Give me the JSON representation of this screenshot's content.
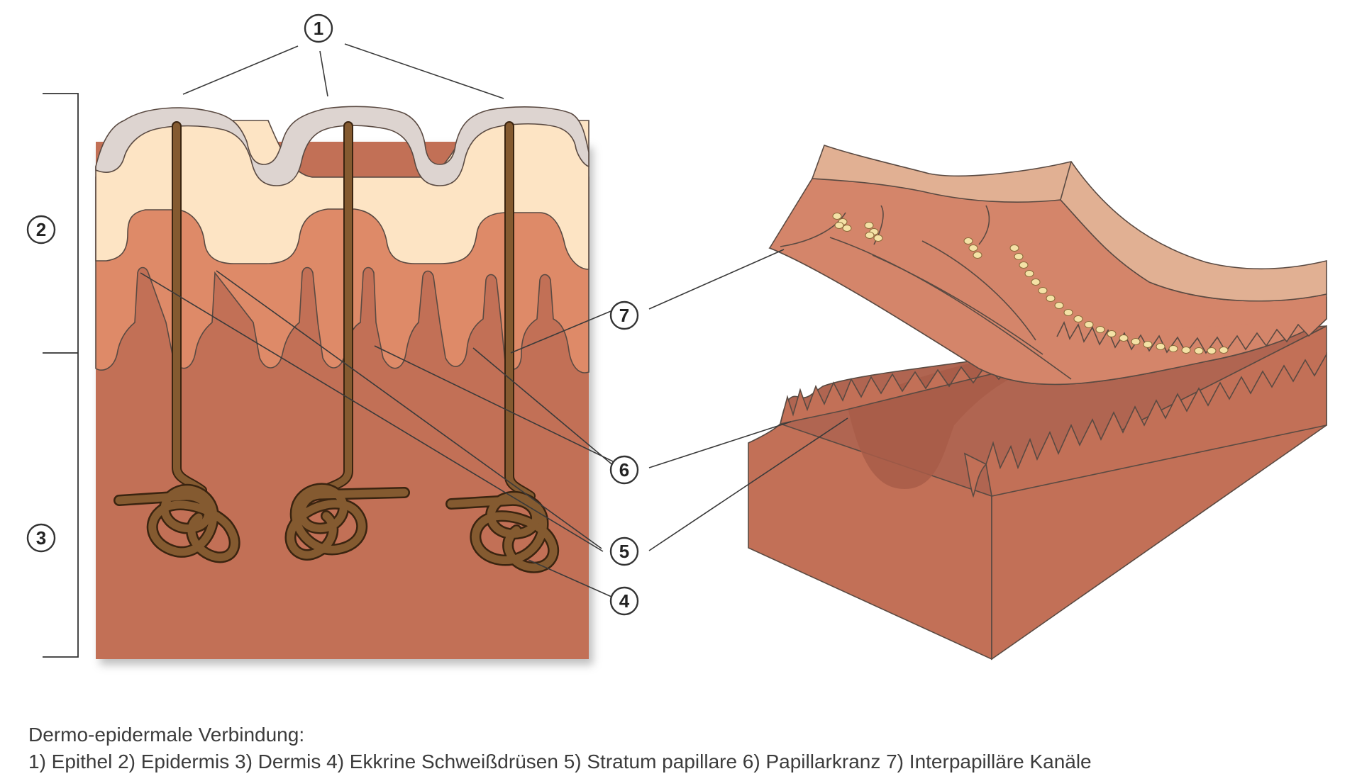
{
  "labels": {
    "n1": "1",
    "n2": "2",
    "n3": "3",
    "n4": "4",
    "n5": "5",
    "n6": "6",
    "n7": "7"
  },
  "caption": {
    "title": "Dermo-epidermale Verbindung:",
    "legend": "1) Epithel  2) Epidermis  3) Dermis  4) Ekkrine Schweißdrüsen  5) Stratum papillare  6) Papillarkranz  7) Interpapilläre Kanäle"
  },
  "colors": {
    "epithel": "#ddd4d0",
    "epidermis": "#fde4c4",
    "papillar": "#de8a68",
    "dermis": "#c27057",
    "duct": "#845a30",
    "block_top": "#e1b093",
    "block_front": "#cd7e5f",
    "papilla_dots": "#f4e2a6"
  }
}
